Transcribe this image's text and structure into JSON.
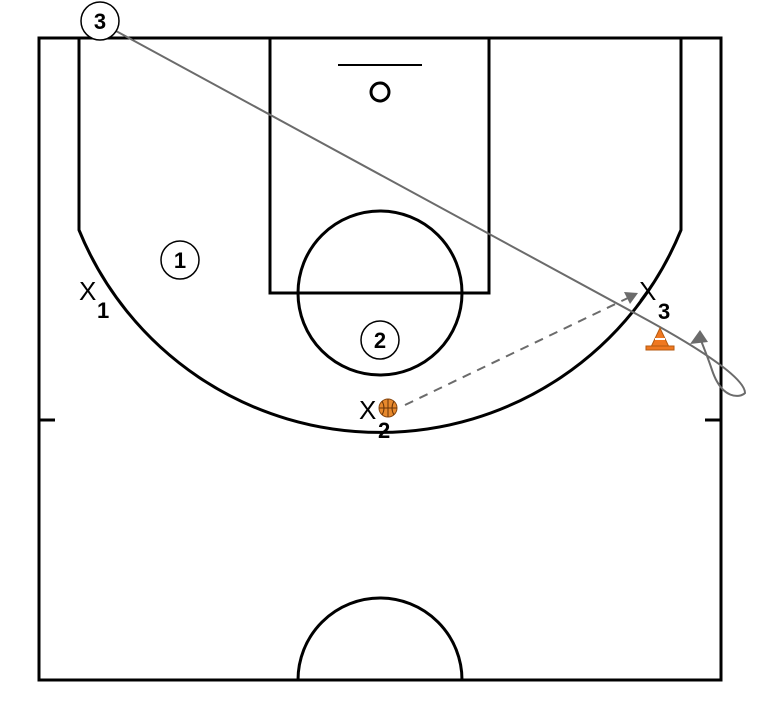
{
  "colors": {
    "court_lines": "#000000",
    "movement_line": "#6b6b6b",
    "ball": "#e8892c",
    "cone": "#f07820"
  },
  "offense_players": {
    "p1": "1",
    "p2": "2",
    "p3": "3"
  },
  "defense_players": {
    "d1": {
      "mark": "X",
      "number": "1"
    },
    "d2": {
      "mark": "X",
      "number": "2"
    },
    "d3": {
      "mark": "X",
      "number": "3"
    }
  },
  "icons": [
    "basketball-icon",
    "traffic-cone-icon",
    "arrowhead-icon"
  ]
}
